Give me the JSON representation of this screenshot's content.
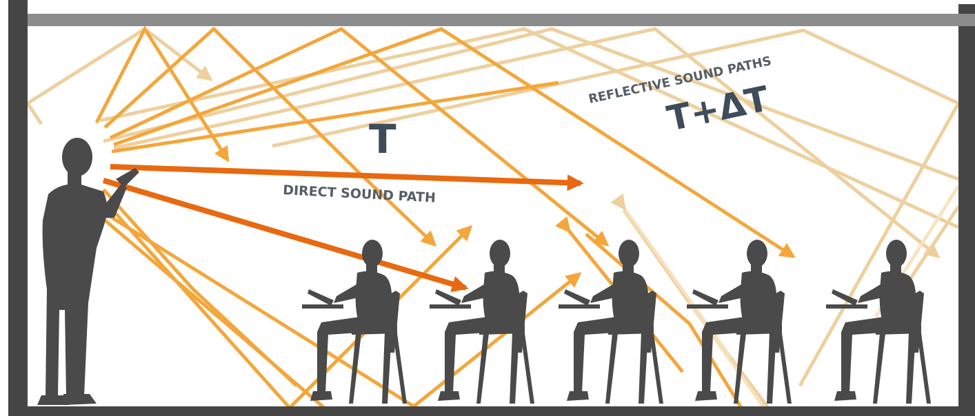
{
  "labels": {
    "direct": "DIRECT SOUND PATH",
    "reflective": "REFLECTIVE SOUND PATHS",
    "t": "T",
    "t_delta": "T+ΔT"
  },
  "colors": {
    "wall": "#454545",
    "ceiling": "#8c8c8c",
    "direct_path": "#e8690f",
    "reflective_path": "#f4a63a",
    "silhouette": "#4a4a4a",
    "label": "#3f4c59"
  },
  "icons": {
    "speaker": "standing-speaker-silhouette",
    "listener": "seated-student-silhouette"
  }
}
